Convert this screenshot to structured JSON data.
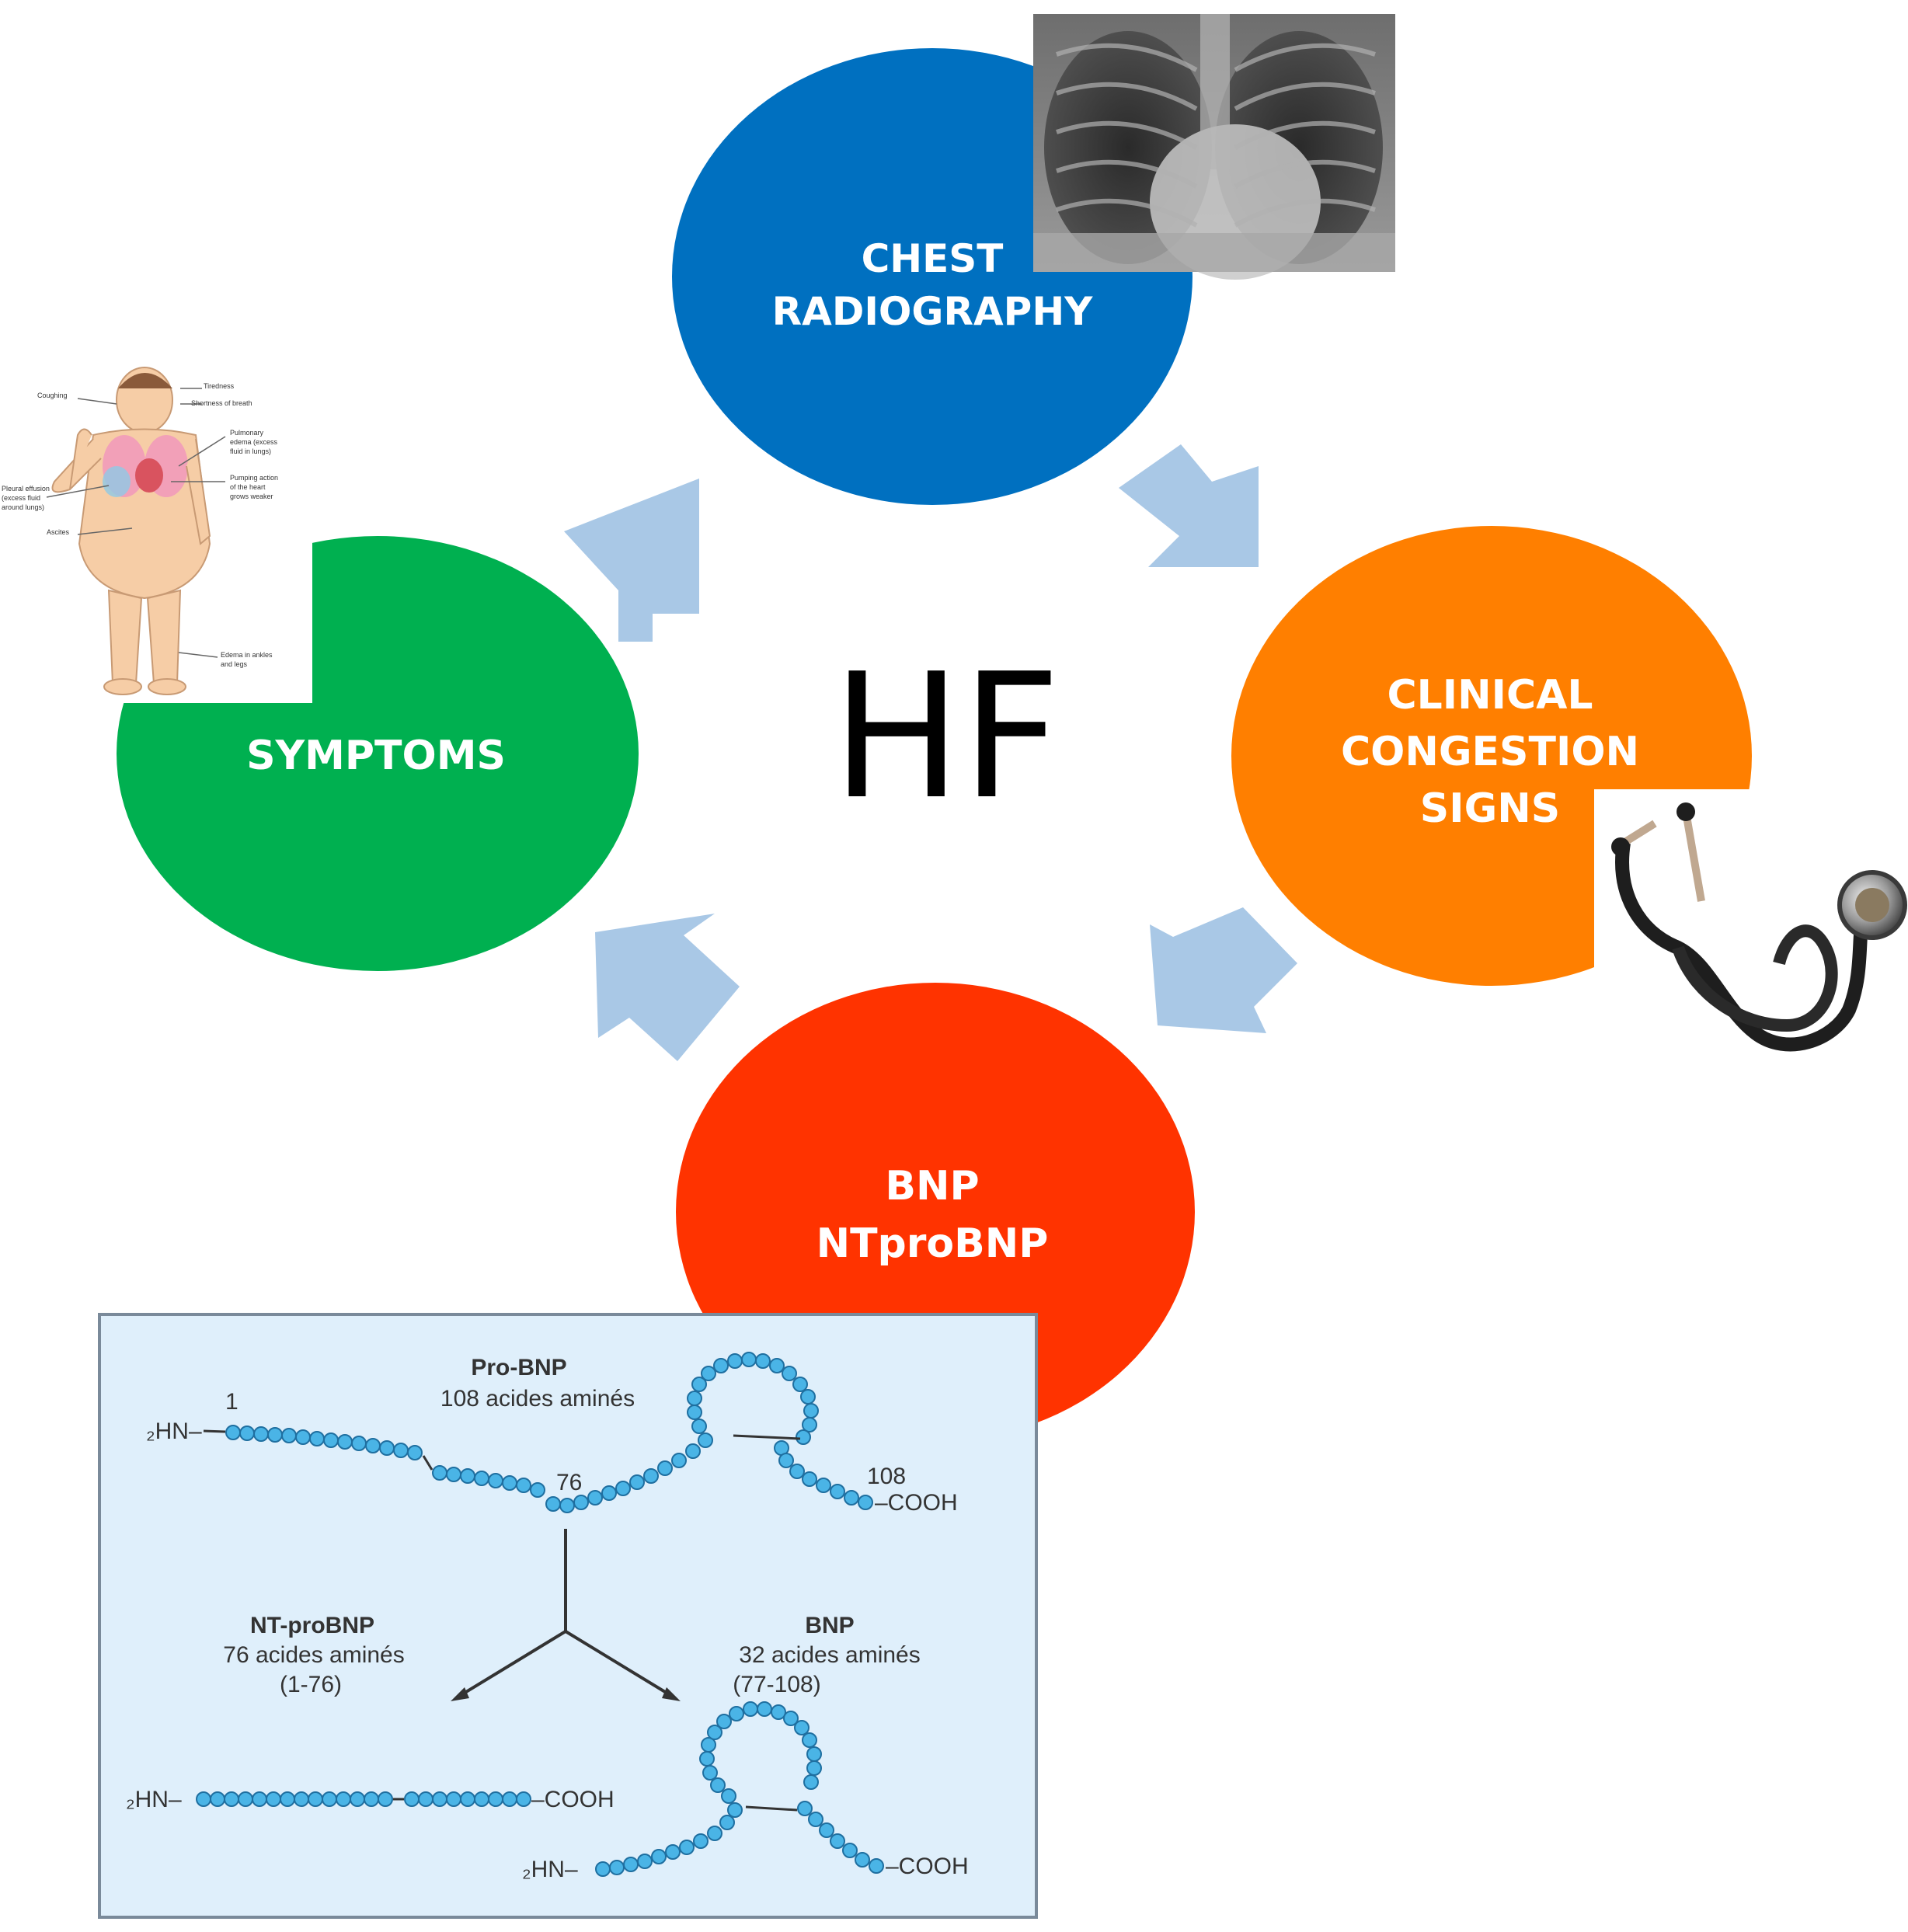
{
  "center": {
    "label": "HF"
  },
  "nodes": {
    "chest": {
      "line1": "CHEST",
      "line2": "RADIOGRAPHY",
      "color": "#0070c0"
    },
    "clinical": {
      "line1": "CLINICAL",
      "line2": "CONGESTION",
      "line3": "SIGNS",
      "color": "#ff7f00"
    },
    "bnp": {
      "line1": "BNP",
      "line2": "NTproBNP",
      "color": "#ff3300"
    },
    "symptoms": {
      "line1": "SYMPTOMS",
      "color": "#00b050"
    }
  },
  "arrow_color": "#a9c8e6",
  "body_figure": {
    "labels": [
      "Coughing",
      "Tiredness",
      "Shortness of breath",
      "Pulmonary",
      "edema (excess",
      "fluid in lungs)",
      "Pumping action",
      "of the heart",
      "grows weaker",
      "Pleural effusion",
      "(excess fluid",
      "around lungs)",
      "Ascites",
      "Edema in ankles",
      "and legs"
    ]
  },
  "bnp_panel": {
    "pro_title": "Pro-BNP",
    "pro_sub": "108 acides aminés",
    "n_terminal": "₂HN–",
    "c_terminal": "–COOH",
    "num_1": "1",
    "num_76": "76",
    "num_108": "108",
    "nt_title": "NT-proBNP",
    "nt_sub1": "76 acides aminés",
    "nt_sub2": "(1-76)",
    "bnp_title": "BNP",
    "bnp_sub1": "32 acides aminés",
    "bnp_sub2": "(77-108)",
    "bg_color": "#dfeffb",
    "bead_color": "#4ab4e6"
  }
}
